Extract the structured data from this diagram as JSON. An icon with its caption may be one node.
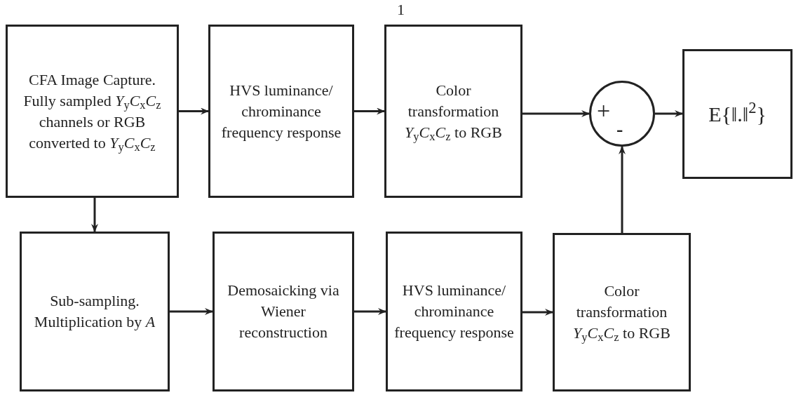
{
  "diagram": {
    "nodes": [
      {
        "text": [
          "CFA Image Capture. Fully sampled *Y*$_{y}$*C*$_{x}$*C*$_{z}$ channels or RGB converted to *Y*$_{y}$*C*$_{x}$*C*$_{z}$"
        ]
      },
      {
        "text": [
          "HVS luminance/ chrominance frequency response"
        ]
      },
      {
        "text": [
          "Color transformation *Y*$_{y}$*C*$_{x}$*C*$_{z}$ to RGB"
        ]
      },
      {
        "text": [
          "+",
          "-"
        ]
      },
      {
        "text": [
          "E{‖.‖$^{2}$}"
        ]
      },
      {
        "text": [
          "Sub-sampling. Multiplication by *A*"
        ]
      },
      {
        "text": [
          "Demosaicking via Wiener reconstruction"
        ]
      },
      {
        "text": [
          "HVS luminance/ chrominance frequency response"
        ]
      },
      {
        "text": [
          "Color transformation *Y*$_{y}$*C*$_{x}$*C*$_{z}$ to RGB"
        ]
      }
    ],
    "edges": [
      {
        "from": 0,
        "to": 1,
        "arrow": "to"
      },
      {
        "from": 1,
        "to": 2,
        "arrow": "to"
      },
      {
        "from": 2,
        "to": 3,
        "arrow": "to"
      },
      {
        "from": 3,
        "to": 4,
        "arrow": "to"
      },
      {
        "from": 0,
        "to": 5,
        "arrow": "to"
      },
      {
        "from": 5,
        "to": 6,
        "arrow": "to"
      },
      {
        "from": 6,
        "to": 7,
        "arrow": "to"
      },
      {
        "from": 7,
        "to": 8,
        "arrow": "to"
      },
      {
        "from": 8,
        "to": 3,
        "arrow": "to"
      }
    ],
    "labels": [
      "1"
    ]
  }
}
